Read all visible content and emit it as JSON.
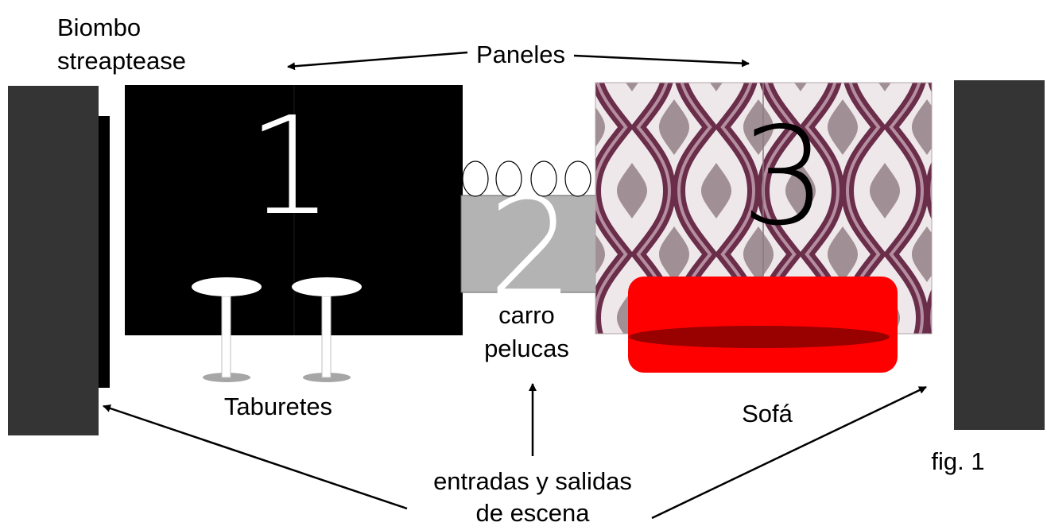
{
  "labels": {
    "biombo_line1": "Biombo",
    "biombo_line2": "streaptease",
    "paneles": "Paneles",
    "panel1_number": "1",
    "panel2_number": "2",
    "panel3_number": "3",
    "carro_line1": "carro",
    "carro_line2": "pelucas",
    "taburetes": "Taburetes",
    "sofa": "Sofá",
    "entradas_line1": "entradas y salidas",
    "entradas_line2": "de escena",
    "figure": "fig. 1"
  },
  "colors": {
    "wall": "#343434",
    "panel1": "#000000",
    "panel2": "#b3b3b3",
    "sofa": "#ff0000",
    "sofa_seat": "#990000",
    "pattern_purple": "#6a2d4a",
    "pattern_cream": "#efe8ea",
    "pattern_taupe": "#a08f94"
  }
}
